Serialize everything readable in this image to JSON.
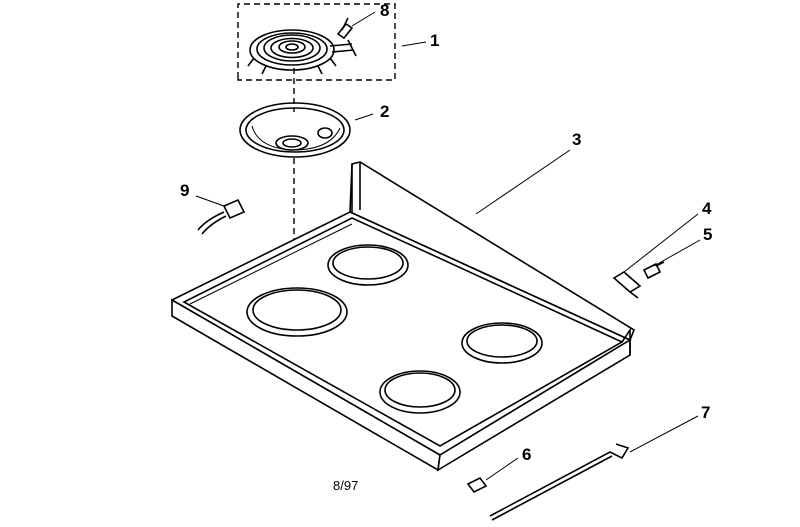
{
  "diagram": {
    "callouts": [
      {
        "id": "1",
        "label": "1"
      },
      {
        "id": "2",
        "label": "2"
      },
      {
        "id": "3",
        "label": "3"
      },
      {
        "id": "4",
        "label": "4"
      },
      {
        "id": "5",
        "label": "5"
      },
      {
        "id": "6",
        "label": "6"
      },
      {
        "id": "7",
        "label": "7"
      },
      {
        "id": "8",
        "label": "8"
      },
      {
        "id": "9",
        "label": "9"
      }
    ],
    "date_code": "8/97"
  }
}
